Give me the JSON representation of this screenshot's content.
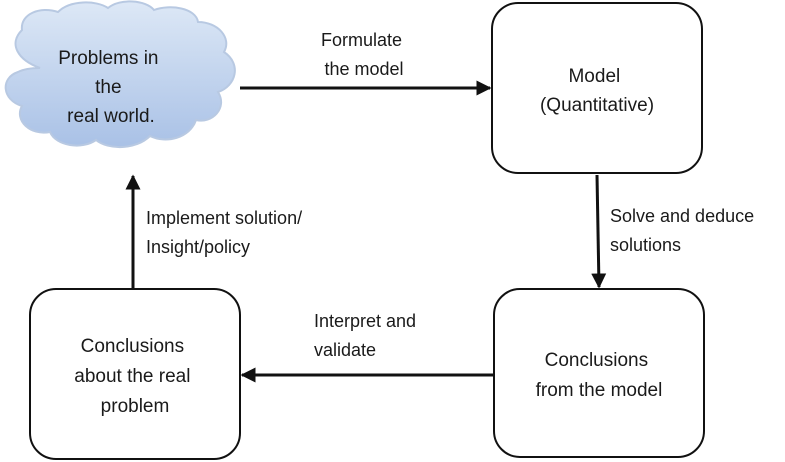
{
  "nodes": {
    "cloud": {
      "lines": [
        "Problems in",
        "the",
        "real world."
      ]
    },
    "model": {
      "lines": [
        "Model",
        "(Quantitative)"
      ]
    },
    "model_conclusions": {
      "lines": [
        "Conclusions",
        "from the model"
      ]
    },
    "real_conclusions": {
      "lines": [
        "Conclusions",
        "about the real",
        "problem"
      ]
    }
  },
  "edges": {
    "formulate": {
      "lines": [
        "Formulate",
        "the model"
      ]
    },
    "solve": {
      "lines": [
        "Solve and deduce",
        "solutions"
      ]
    },
    "interpret": {
      "lines": [
        "Interpret and",
        "validate"
      ]
    },
    "implement": {
      "lines": [
        "Implement solution/",
        "Insight/policy"
      ]
    }
  },
  "colors": {
    "cloud_fill_top": "#dde8f6",
    "cloud_fill_bottom": "#a9c1e6",
    "cloud_stroke": "#b8c9e2",
    "box_stroke": "#111111",
    "arrow": "#111111"
  }
}
